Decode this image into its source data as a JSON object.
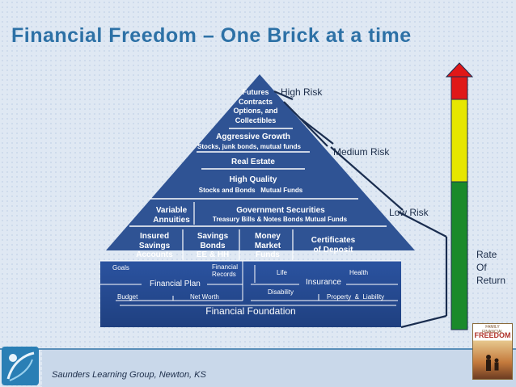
{
  "title": "Financial Freedom – One Brick at a time",
  "pyramid": {
    "tier_top": [
      "Futures",
      "Contracts",
      "Options, and",
      "Collectibles"
    ],
    "aggressive_growth": {
      "title": "Aggressive Growth",
      "sub": "Stocks, junk bonds, mutual funds"
    },
    "real_estate": "Real Estate",
    "high_quality": {
      "title": "High Quality",
      "sub": "Stocks and Bonds   Mutual Funds"
    },
    "variable_annuities": [
      "Variable",
      "Annuities"
    ],
    "government_securities": {
      "title": "Government Securities",
      "sub": "Treasury Bills & Notes  Bonds  Mutual Funds"
    },
    "base_blocks": {
      "insured": [
        "Insured",
        "Savings",
        "Accounts"
      ],
      "savings": [
        "Savings",
        "Bonds",
        "EE & HH"
      ],
      "money": [
        "Money",
        "Market",
        "Funds"
      ],
      "certificates": [
        "Certificates",
        "of Deposit"
      ]
    }
  },
  "foundation": {
    "goals": "Goals",
    "financial_records": [
      "Financial",
      "Records"
    ],
    "financial_plan": "Financial Plan",
    "budget": "Budget",
    "net_worth": "Net Worth",
    "life": "Life",
    "health": "Health",
    "insurance": "Insurance",
    "disability": "Disability",
    "property": "Property  &  Liability",
    "label": "Financial Foundation"
  },
  "risk_labels": {
    "high": "High Risk",
    "medium": "Medium Risk",
    "low": "Low Risk"
  },
  "rate_of_return": [
    "Rate",
    "Of",
    "Return"
  ],
  "colors": {
    "title": "#2d71a6",
    "pyramid": "#2f5394",
    "foundation": "#264a8a",
    "bar_green": "#1a8a2a",
    "bar_yellow": "#e6e600",
    "bar_red": "#e01818"
  },
  "book": {
    "top_text": [
      "FAMILY FINANCIAL"
    ],
    "title": "FREEDOM"
  },
  "footer": {
    "text": "Saunders Learning Group, Newton, KS"
  }
}
